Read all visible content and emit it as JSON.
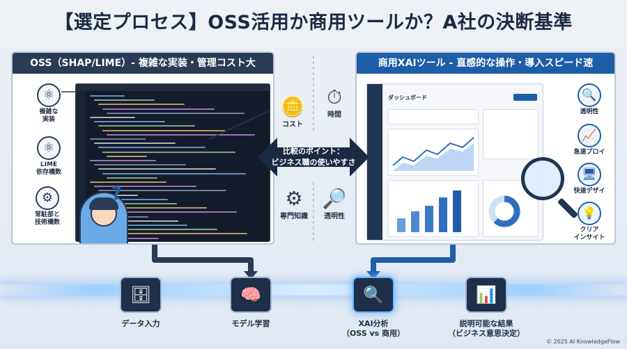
{
  "title": "【選定プロセス】OSS活用か商用ツールか？A社の決断基準",
  "left_panel": {
    "header": "OSS（SHAP/LIME）- 複雑な実装・管理コスト大",
    "items": [
      {
        "label": "複雑な\n実装",
        "icon": "atom-icon"
      },
      {
        "label": "LIME\n依存構数",
        "icon": "atom-icon"
      },
      {
        "label": "常駐部と\n技術構数",
        "icon": "gear-clock-icon"
      }
    ]
  },
  "right_panel": {
    "header": "商用XAIツール - 直感的な操作・導入スピード速",
    "dashboard_title": "ダッシュボード",
    "items": [
      {
        "label": "透明性",
        "icon": "magnifier-icon"
      },
      {
        "label": "急速プロイ",
        "icon": "growth-chart-icon"
      },
      {
        "label": "快速デザイ",
        "icon": "monitor-chart-icon"
      },
      {
        "label": "クリア\nインサイト",
        "icon": "lightbulb-icon"
      }
    ]
  },
  "middle": {
    "cost": "コスト",
    "time": "時間",
    "expertise": "専門知識",
    "transparency": "透明性",
    "compare_line1": "比較のポイント：",
    "compare_line2": "ビジネス職の使いやすさ"
  },
  "pipeline": [
    {
      "label": "データ入力",
      "icon": "database-icon"
    },
    {
      "label": "モデル学習",
      "icon": "brain-icon"
    },
    {
      "label": "XAI分析\n（OSS vs 商用）",
      "icon": "analysis-magnifier-icon"
    },
    {
      "label": "説明可能な結果\n（ビジネス意思決定）",
      "icon": "bar-growth-icon"
    }
  ],
  "copyright": "© 2025 AI KnowledgeFlow",
  "colors": {
    "dark_navy": "#2a3b55",
    "brand_blue": "#1e5ea8",
    "glow": "#9fd0ff"
  }
}
